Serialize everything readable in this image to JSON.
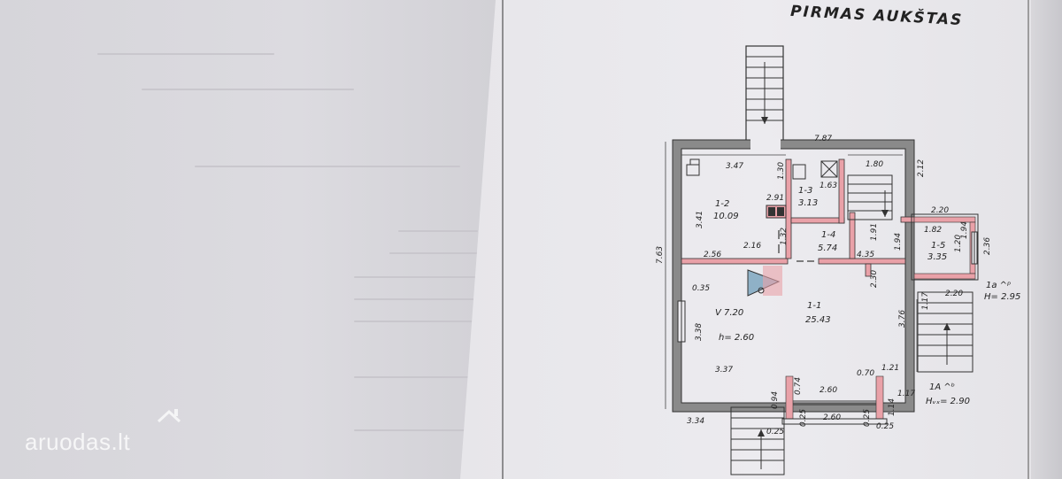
{
  "title": "PIRMAS AUKŠTAS",
  "watermark": "aruodas.lt",
  "colors": {
    "wall": "#8a8a8a",
    "accent": "#e9a1a8",
    "triangle": "#8fb1c7",
    "ink": "#222222"
  },
  "dimensions": {
    "overall_width": "7.87",
    "overall_height": "7.63",
    "top_left_width": "3.47",
    "bath_width": "1.30",
    "stair_width": "1.80",
    "right_top": "2.12",
    "wc_small": "1.63",
    "bath_d": "2.91",
    "r12_side": "3.41",
    "r14_side": "2.16",
    "r14_mid": "1.32",
    "r14_mid2": "1.91",
    "r14_right": "1.94",
    "corridor_left": "2.56",
    "corridor_right": "4.35",
    "mid_wall": "2.30",
    "wall_035": "0.35",
    "r11_side": "3.38",
    "r11_right": "3.76",
    "r11_bottom": "3.37",
    "r11_br": "1.21",
    "bottom_left": "3.34",
    "porch_094": "0.94",
    "porch_070": "0.70",
    "porch_074": "0.74",
    "porch_260": "2.60",
    "porch_260b": "2.60",
    "porch_114": "1.14",
    "porch_025a": "0.25",
    "porch_025b": "0.25",
    "porch_025c": "0.25",
    "porch_025d": "0.25",
    "porch_117": "1.17",
    "side_220": "2.20",
    "side_182": "1.82",
    "side_194": "1.94",
    "side_236": "2.36",
    "side_120": "1.20",
    "side_220b": "2.20",
    "side_117": "1.17"
  },
  "rooms": [
    {
      "id": "1-1",
      "area": "25.43"
    },
    {
      "id": "1-2",
      "area": "10.09"
    },
    {
      "id": "1-3",
      "area": "3.13"
    },
    {
      "id": "1-4",
      "area": "5.74"
    },
    {
      "id": "1-5",
      "area": "3.35"
    }
  ],
  "notes": {
    "volume": "V 7.20",
    "height": "h= 2.60",
    "side_porch": "1a ^ᵖ",
    "side_height": "H= 2.95",
    "front_porch": "1A ^ᵇ",
    "front_height": "Hᵥₓ= 2.90"
  }
}
